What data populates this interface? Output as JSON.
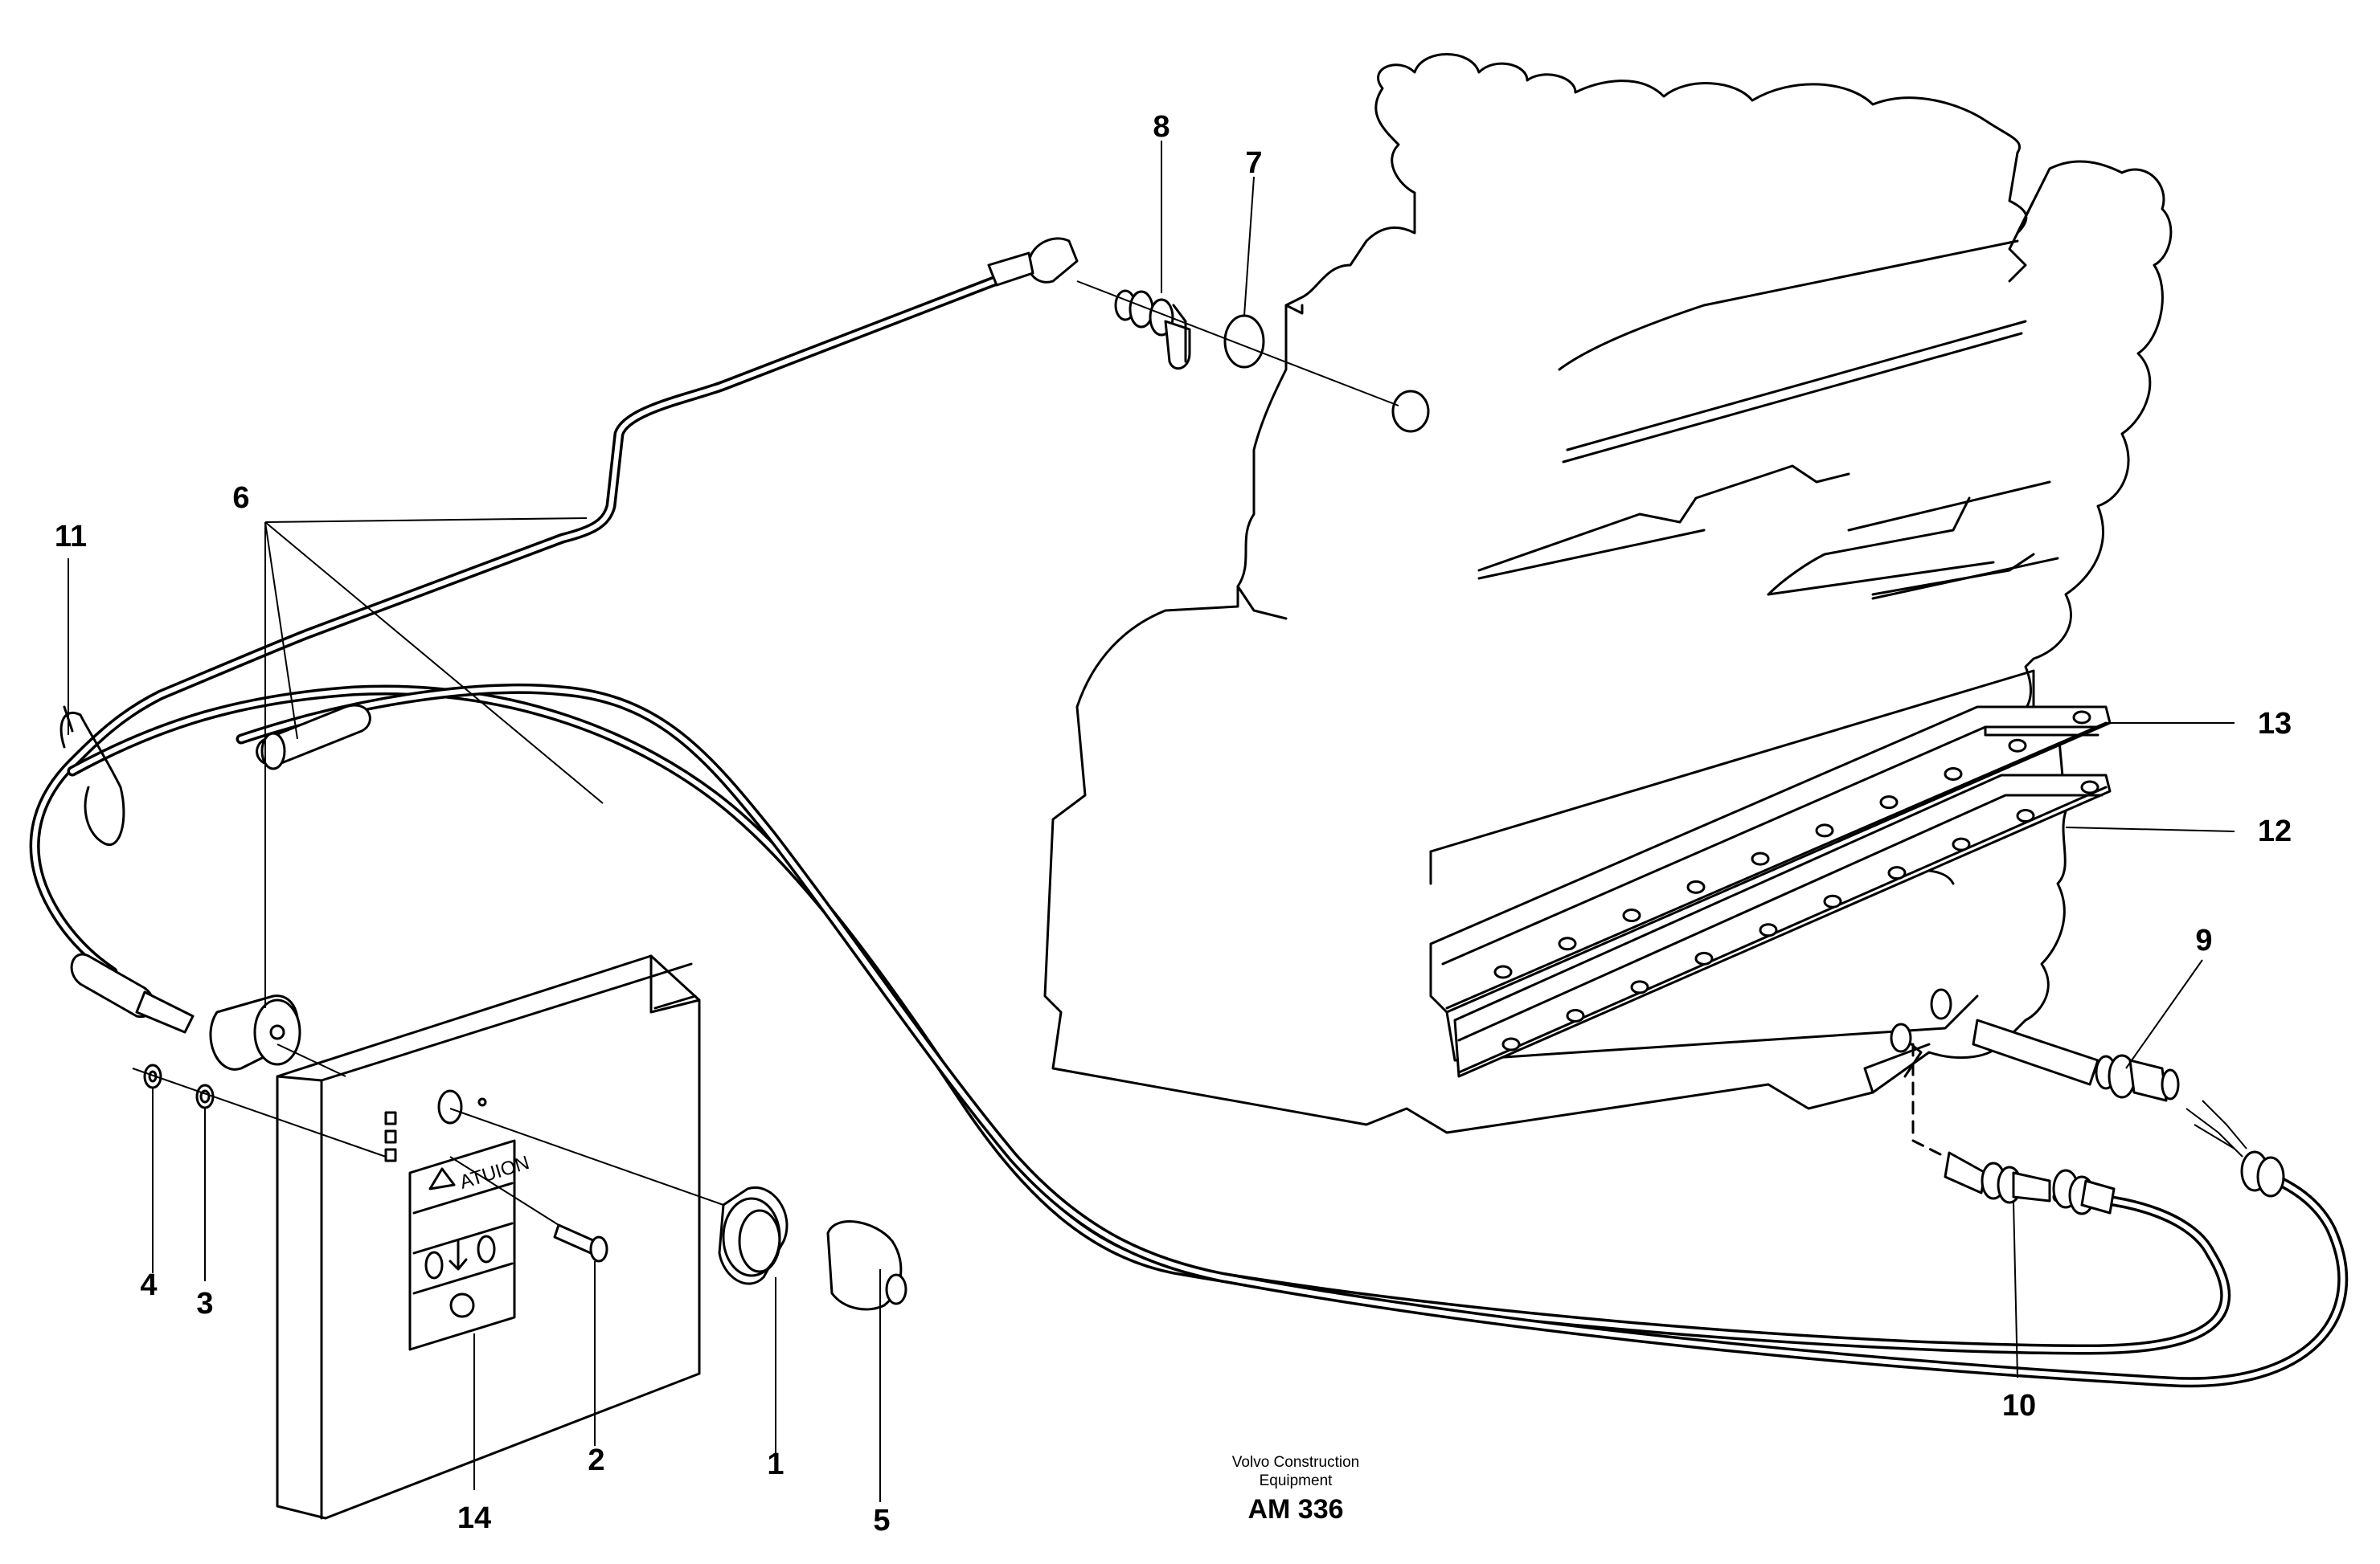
{
  "callouts": {
    "c1": "1",
    "c2": "2",
    "c3": "3",
    "c4": "4",
    "c5": "5",
    "c6": "6",
    "c7": "7",
    "c8": "8",
    "c9": "9",
    "c10": "10",
    "c11": "11",
    "c12": "12",
    "c13": "13",
    "c14": "14"
  },
  "decal_text": "ATUION",
  "caption": {
    "line1": "Volvo Construction",
    "line2": "Equipment",
    "code": "AM 336"
  }
}
